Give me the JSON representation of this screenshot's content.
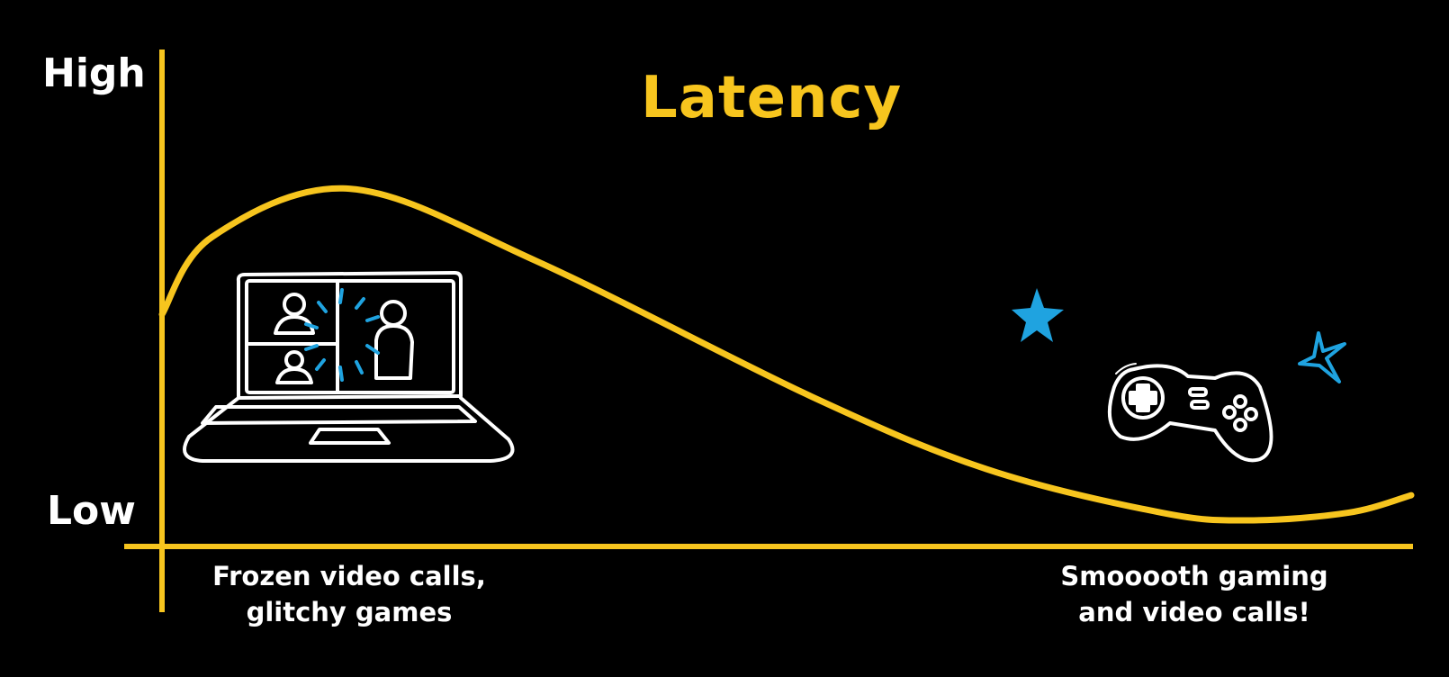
{
  "chart_data": {
    "type": "line",
    "title": "Latency",
    "xlabel": "",
    "ylabel": "",
    "y_tick_labels": {
      "high": "High",
      "low": "Low"
    },
    "x_annotations": {
      "left": [
        "Frozen video calls,",
        "glitchy games"
      ],
      "right": [
        "Smooooth gaming",
        "and video calls!"
      ]
    },
    "xlim": [
      0,
      100
    ],
    "ylim": [
      0,
      100
    ],
    "grid": false,
    "series": [
      {
        "name": "Latency",
        "x": [
          0,
          4,
          15,
          30,
          52,
          66,
          80,
          87,
          95,
          100
        ],
        "y": [
          48,
          64,
          74,
          59,
          31,
          16,
          7,
          5.4,
          7,
          10.6
        ]
      }
    ],
    "colors": {
      "axis": "#F7C51E",
      "line": "#F7C51E",
      "title": "#F7C51E",
      "accent": "#1FA3E0",
      "text": "#FFFFFF",
      "background": "#000000"
    },
    "icons": [
      "laptop-video-call-icon",
      "gamepad-icon",
      "star-icon"
    ]
  }
}
